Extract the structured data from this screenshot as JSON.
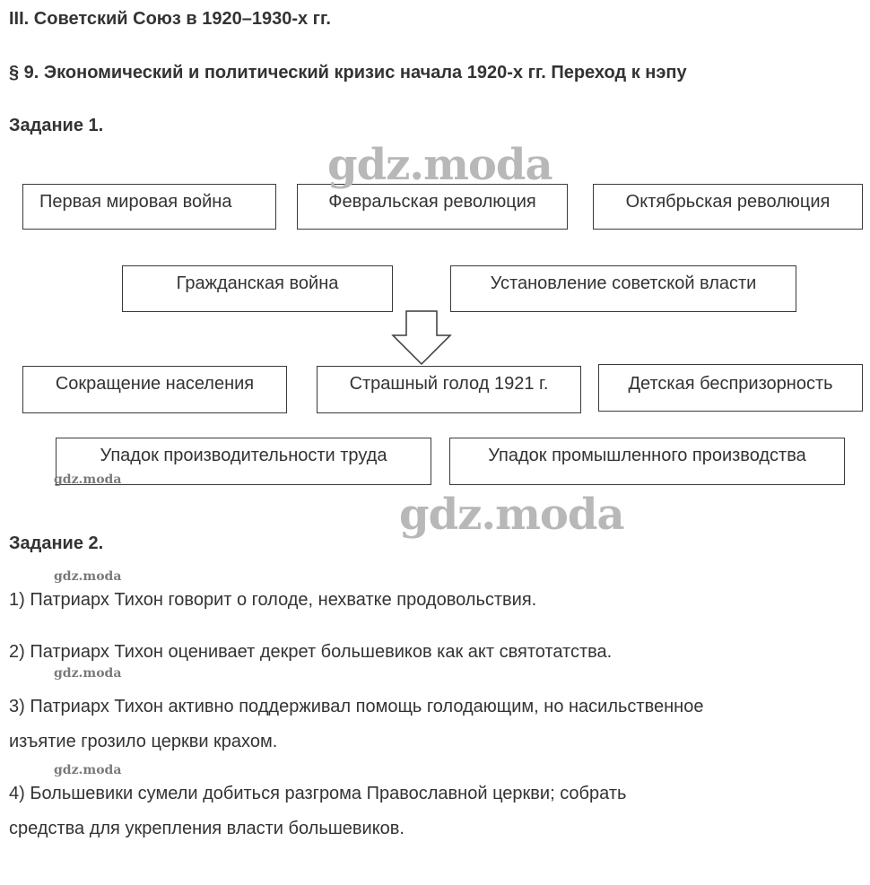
{
  "chapter_title": "III. Советский Союз в 1920–1930-х гг.",
  "section_title": "§ 9. Экономический и политический кризис начала 1920-х гг. Переход к нэпу",
  "task1": {
    "label": "Задание 1.",
    "boxes": [
      "Первая мировая война",
      "Февральская революция",
      "Октябрьская революция",
      "Гражданская война",
      "Установление советской власти",
      "Сокращение населения",
      "Страшный голод 1921 г.",
      "Детская беспризорность",
      "Упадок производительности труда",
      "Упадок промышленного производства"
    ]
  },
  "task2": {
    "label": "Задание 2.",
    "lines": [
      "1) Патриарх Тихон говорит о голоде, нехватке продовольствия.",
      "2) Патриарх Тихон оценивает декрет большевиков как акт святотатства.",
      "3) Патриарх Тихон активно поддерживал помощь голодающим, но насильственное",
      "изъятие грозило церкви крахом.",
      "4) Большевики сумели добиться разгрома Православной церкви; собрать",
      "средства для укрепления власти большевиков."
    ]
  },
  "watermark": "gdz.moda"
}
